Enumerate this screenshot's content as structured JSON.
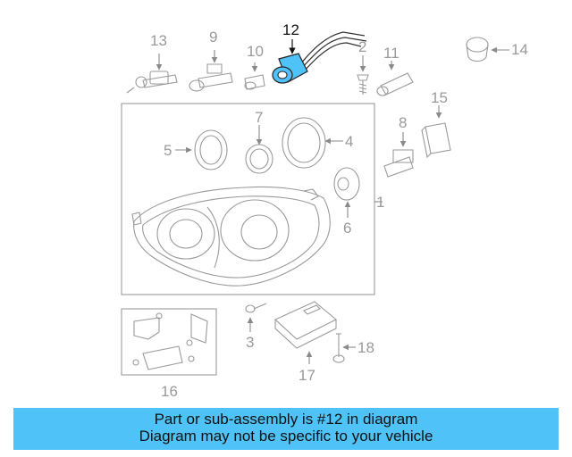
{
  "banner": {
    "line1": "Part or sub-assembly is #12 in diagram",
    "line2": "Diagram may not be specific to your vehicle"
  },
  "highlight_color": "#4fc3f7",
  "callouts": {
    "c1": "1",
    "c2": "2",
    "c3": "3",
    "c4": "4",
    "c5": "5",
    "c6": "6",
    "c7": "7",
    "c8": "8",
    "c9": "9",
    "c10": "10",
    "c11": "11",
    "c12": "12",
    "c13": "13",
    "c14": "14",
    "c15": "15",
    "c16": "16",
    "c17": "17",
    "c18": "18"
  },
  "highlighted_part": "12"
}
